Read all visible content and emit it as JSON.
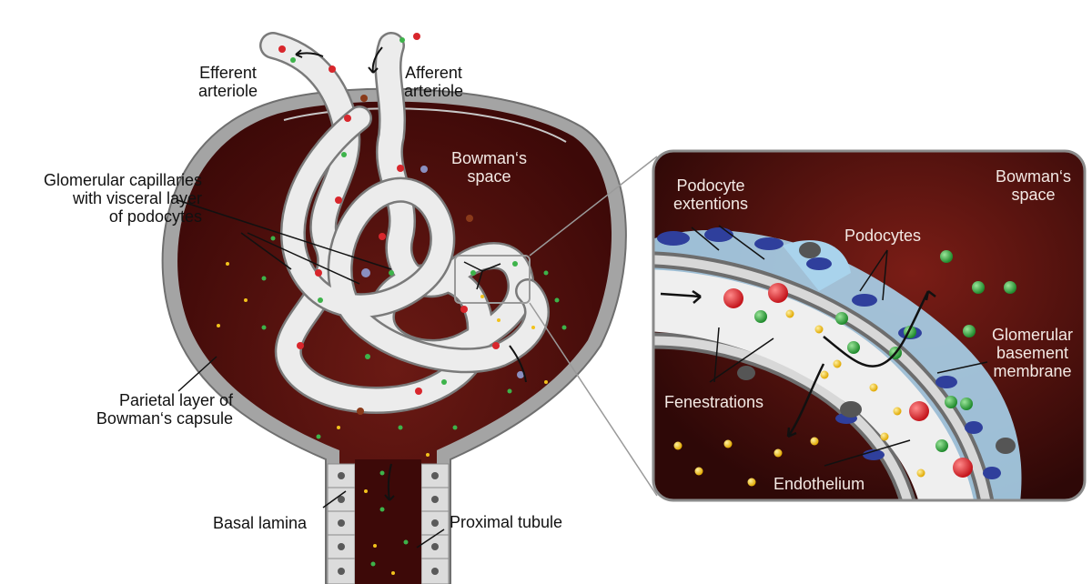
{
  "labels": {
    "efferent": [
      "Efferent",
      "arteriole"
    ],
    "afferent": [
      "Afferent",
      "arteriole"
    ],
    "bowmans_space_main": [
      "Bowman‘s",
      "space"
    ],
    "glomerular_capillaries": [
      "Glomerular capillaries",
      "with visceral layer",
      "of podocytes"
    ],
    "parietal_layer": [
      "Parietal layer of",
      "Bowman‘s capsule"
    ],
    "basal_lamina": "Basal lamina",
    "proximal_tubule": "Proximal tubule",
    "inset_bowmans_space": [
      "Bowman‘s",
      "space"
    ],
    "podocyte_extensions": [
      "Podocyte",
      "extentions"
    ],
    "podocytes": "Podocytes",
    "glomerular_basement_membrane": [
      "Glomerular",
      "basement",
      "membrane"
    ],
    "fenestrations": "Fenestrations",
    "endothelium": "Endothelium"
  },
  "colors": {
    "capsule_wall": "#9a9a9a",
    "bowmans_space": "#4a0d0b",
    "capillary": "#ececec",
    "red_cell": "#e0262c",
    "green_particle": "#3db34a",
    "yellow_particle": "#f2c21c",
    "podocyte_blue": "#2f3f9c",
    "podocyte_light": "#b9dcf0"
  }
}
